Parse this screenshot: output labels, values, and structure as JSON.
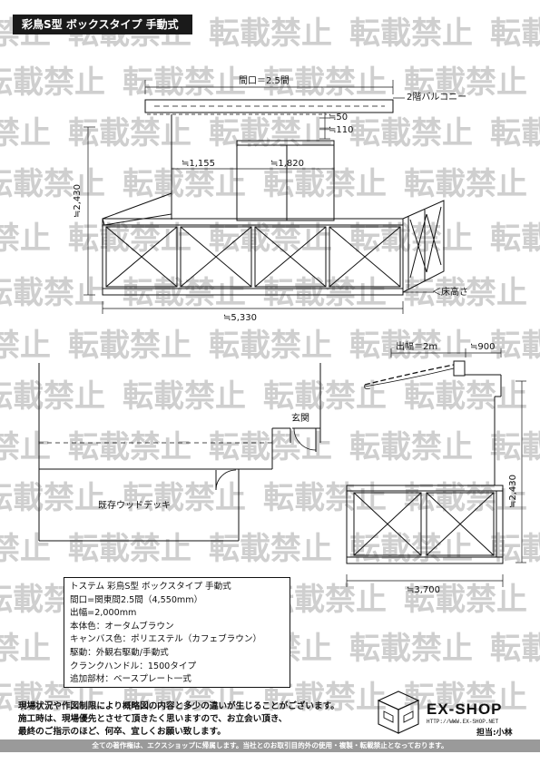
{
  "header": {
    "title": "彩鳥S型  ボックスタイプ  手動式"
  },
  "watermark": {
    "text": "転載禁止",
    "color": "#cfcfcf"
  },
  "front_view": {
    "width_label": "間口＝2.5間",
    "balcony_label": "2階バルコニー",
    "offset_50": "≒50",
    "offset_110": "≒110",
    "dim_left": "≒1,155",
    "dim_door": "≒1,820",
    "height": "≒2,430",
    "floor_label": "＜床高さ",
    "total_width": "≒5,330"
  },
  "plan_view": {
    "entrance": "玄関",
    "deck": "既存ウッドデッキ"
  },
  "side_view": {
    "projection": "出幅＝2m",
    "offset_900": "≒900",
    "height": "≒2,430",
    "width": "≒3,700"
  },
  "spec": {
    "lines": [
      "トステム   彩鳥S型  ボックスタイプ  手動式",
      "間口=関東間2.5間（4,550mm）",
      "出幅=2,000mm",
      "本体色：オータムブラウン",
      "キャンバス色：ポリエステル（カフェブラウン）",
      "駆動：外観右駆動/手動式",
      "クランクハンドル：1500タイプ",
      "追加部材：ベースプレート一式"
    ]
  },
  "notice": {
    "lines": [
      "現場状況や作図制限により概略図の内容と多少の違いが生じることがございます。",
      "施工時は、現場優先とさせて頂きたく思いますので、お立会い頂き、",
      "最終のご指示のほど、何卒、宜しくお願い致します。"
    ]
  },
  "brand": {
    "name": "EX-SHOP",
    "url": "HTTP://WWW.EX-SHOP.NET",
    "person": "担当:小林"
  },
  "footer": {
    "text": "全ての著作権は、エクスショップに帰属します。当社とのお取引目的外の使用・複製・転載禁止となっております。"
  }
}
